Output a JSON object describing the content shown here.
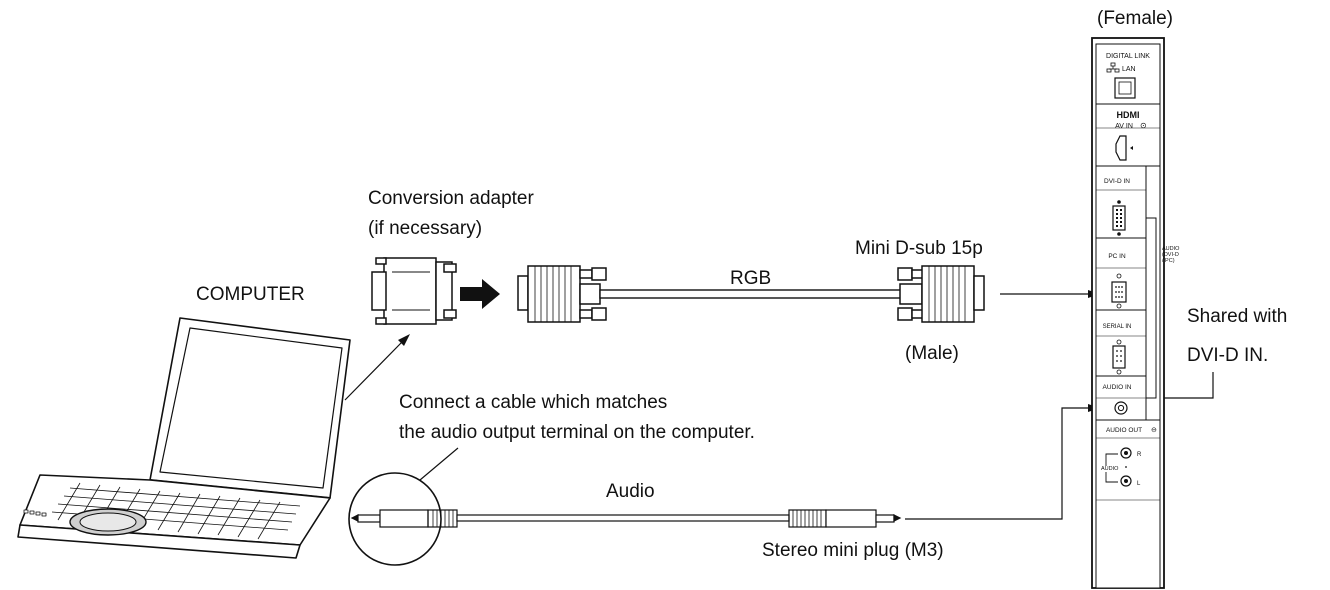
{
  "labels": {
    "female": "(Female)",
    "male": "(Male)",
    "computer": "COMPUTER",
    "adapter_line1": "Conversion adapter",
    "adapter_line2": "(if necessary)",
    "rgb": "RGB",
    "mini_dsub": "Mini D-sub 15p",
    "shared_line1": "Shared with",
    "shared_line2": "DVI-D IN.",
    "note_line1": "Connect a cable which matches",
    "note_line2": "the audio output terminal on the computer.",
    "audio": "Audio",
    "stereo_plug": "Stereo mini plug (M3)"
  },
  "panel": {
    "digital_link": "DIGITAL LINK",
    "lan": "LAN",
    "hdmi_logo": "HDMI",
    "av_in": "AV IN",
    "dvi_d_in": "DVI-D IN",
    "pc_in": "PC IN",
    "audio_side_1": "AUDIO",
    "audio_side_2": "(DVI-D",
    "audio_side_3": "/ PC)",
    "serial_in": "SERIAL IN",
    "audio_in": "AUDIO IN",
    "audio_out": "AUDIO OUT",
    "audio_small": "AUDIO",
    "r": "R",
    "l": "L"
  },
  "colors": {
    "line": "#111111",
    "panel_fill": "#ffffff",
    "screen": "#ffffff"
  },
  "icons": {
    "lan_port": "lan-network-icon",
    "input_arrow": "input-arrow-icon",
    "output_arrow": "output-arrow-icon"
  }
}
